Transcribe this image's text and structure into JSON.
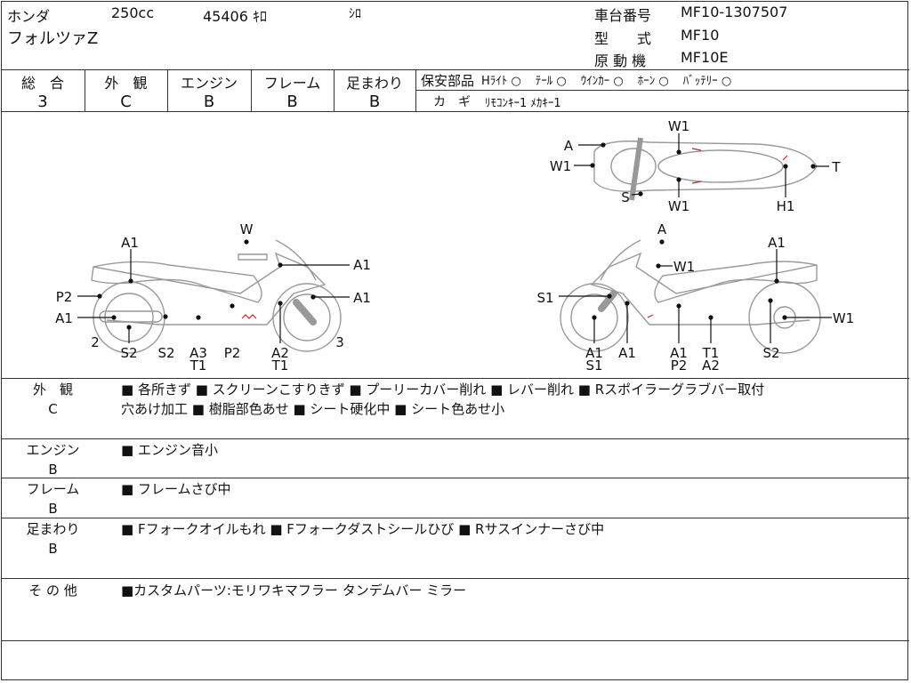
{
  "header": {
    "maker": "ホンダ",
    "displacement": "250cc",
    "mileage": "45406 ｷﾛ",
    "color": "ｼﾛ",
    "model_name": "フォルツァZ",
    "frame_number_label": "車台番号",
    "frame_number": "MF10-1307507",
    "type_label": "型　　式",
    "type": "MF10",
    "engine_label": "原 動 機",
    "engine": "MF10E"
  },
  "grades": [
    {
      "label": "総　合",
      "value": "3"
    },
    {
      "label": "外　観",
      "value": "C"
    },
    {
      "label": "エンジン",
      "value": "B"
    },
    {
      "label": "フレーム",
      "value": "B"
    },
    {
      "label": "足まわり",
      "value": "B"
    }
  ],
  "safety": {
    "label": "保安部品",
    "items": [
      {
        "label": "Hﾗｲﾄ",
        "mark": "○"
      },
      {
        "label": "ﾃｰﾙ",
        "mark": "○"
      },
      {
        "label": "ｳｲﾝｶｰ",
        "mark": "○"
      },
      {
        "label": "ﾎｰﾝ",
        "mark": "○"
      },
      {
        "label": "ﾊﾞｯﾃﾘｰ",
        "mark": "○"
      }
    ],
    "keys_label": "カ　ギ",
    "keys": "ﾘﾓｺﾝｷｰ1 ﾒｶｷｰ1"
  },
  "diagram": {
    "left_side": [
      "A1",
      "W",
      "A1",
      "P2",
      "A1",
      "A1",
      "2",
      "S2",
      "S2",
      "A3",
      "T1",
      "P2",
      "A2",
      "T1",
      "3"
    ],
    "top_view": [
      "W1",
      "A",
      "W1",
      "T",
      "S",
      "W1",
      "H1"
    ],
    "right_side": [
      "A",
      "A1",
      "W1",
      "S1",
      "A1",
      "S1",
      "A1",
      "A1",
      "P2",
      "T1",
      "A2",
      "S2",
      "W1"
    ]
  },
  "remarks": [
    {
      "category": "外　観",
      "grade": "C",
      "lines": [
        "■ 各所きず ■ スクリーンこすりきず ■ プーリーカバー削れ ■ レバー削れ ■ Rスポイラーグラブバー取付",
        "穴あけ加工 ■ 樹脂部色あせ ■ シート硬化中 ■ シート色あせ小"
      ]
    },
    {
      "category": "エンジン",
      "grade": "B",
      "lines": [
        "■ エンジン音小"
      ]
    },
    {
      "category": "フレーム",
      "grade": "B",
      "lines": [
        "■ フレームさび中"
      ]
    },
    {
      "category": "足まわり",
      "grade": "B",
      "lines": [
        "■ Fフォークオイルもれ ■ Fフォークダストシールひび ■ Rサスインナーさび中"
      ]
    },
    {
      "category": "そ の 他",
      "grade": "",
      "lines": [
        "■カスタムパーツ:モリワキマフラー タンデムバー ミラー"
      ]
    }
  ],
  "colors": {
    "line": "#333333",
    "sketch": "#999999",
    "damage": "#cc2222"
  }
}
